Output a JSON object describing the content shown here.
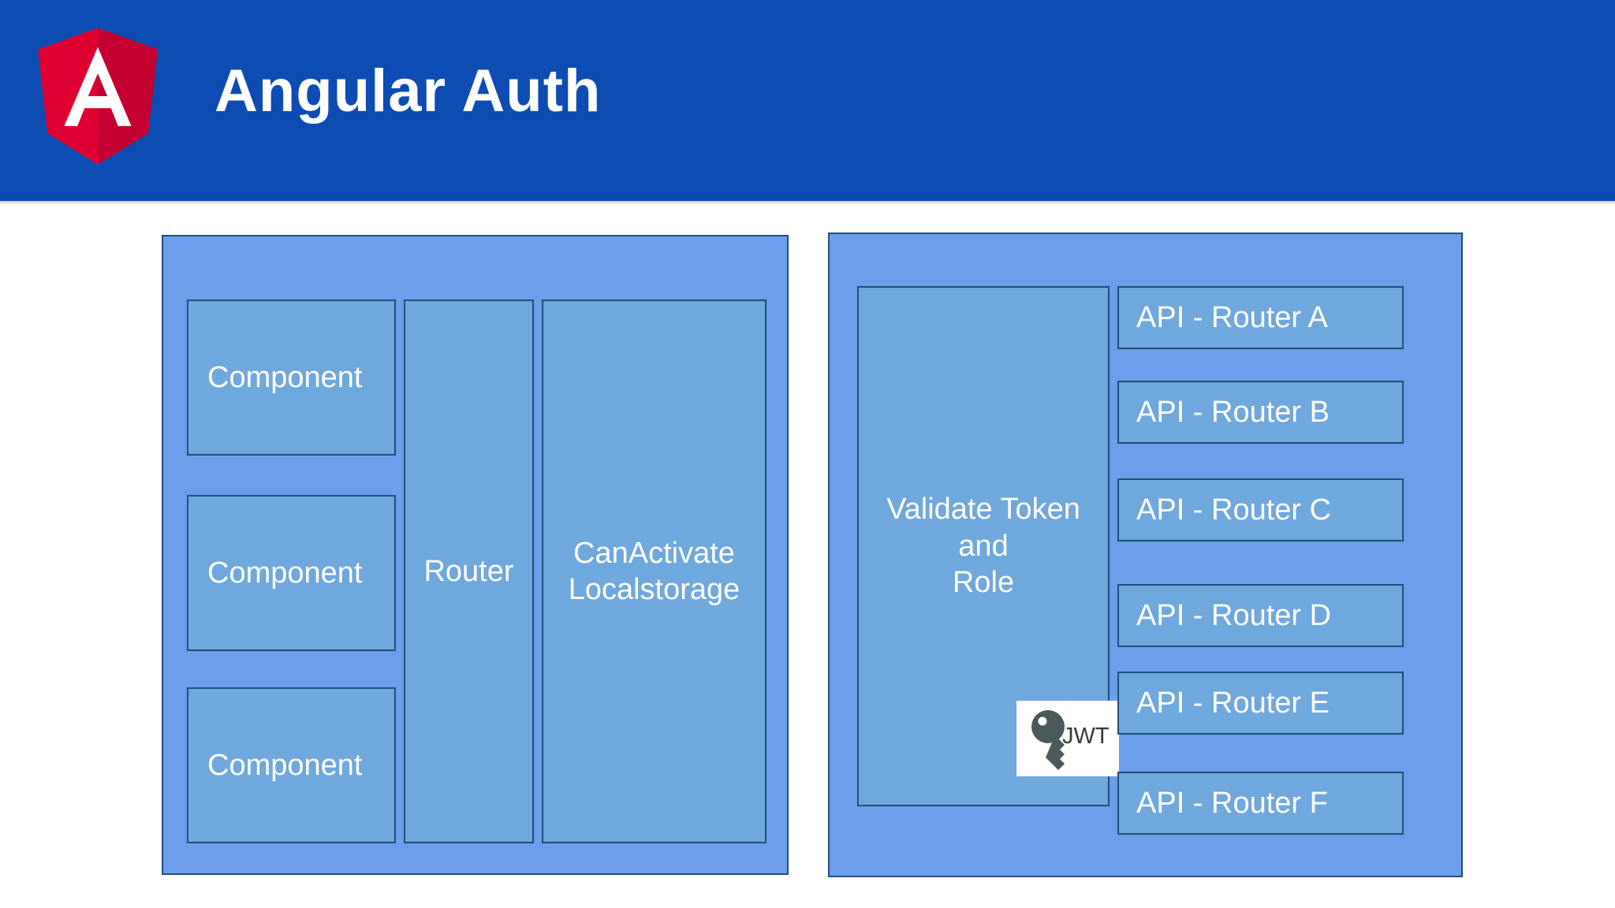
{
  "header": {
    "title": "Angular Auth",
    "logo_name": "angular-shield-logo",
    "background_color": "#0d4cb3",
    "title_color": "#ffffff",
    "logo_color": "#dd0031"
  },
  "theme": {
    "panel_fill": "#6d9eeb",
    "node_fill": "#6fa8dc",
    "border_color": "#1f4e79",
    "node_text_color": "#ffffff",
    "page_background": "#ffffff"
  },
  "client_panel": {
    "name": "client-panel",
    "components": [
      {
        "label": "Component"
      },
      {
        "label": "Component"
      },
      {
        "label": "Component"
      }
    ],
    "router": {
      "label": "Router"
    },
    "guard": {
      "label": "CanActivate\nLocalstorage"
    }
  },
  "api_panel": {
    "name": "api-panel",
    "validate": {
      "label": "Validate Token\nand\nRole"
    },
    "jwt_badge": {
      "label": "JWT",
      "icon_name": "jwt-key-icon",
      "color": "#4a5a5a"
    },
    "routers": [
      {
        "label": "API - Router A"
      },
      {
        "label": "API - Router B"
      },
      {
        "label": "API - Router C"
      },
      {
        "label": "API - Router D"
      },
      {
        "label": "API - Router E"
      },
      {
        "label": "API - Router F"
      }
    ]
  }
}
